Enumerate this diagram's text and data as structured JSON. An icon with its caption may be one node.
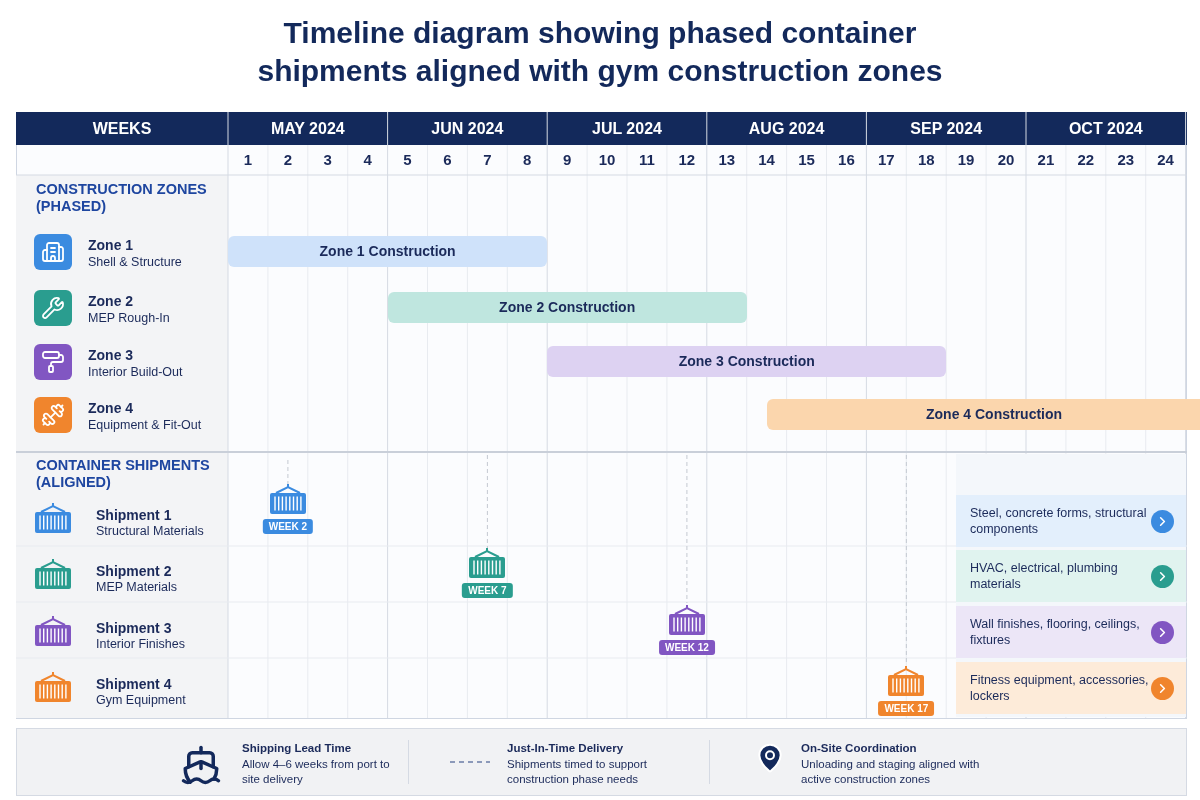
{
  "diagram": {
    "title": "Timeline diagram showing phased container shipments aligned with gym construction zones",
    "nodes": [
      {
        "text": [
          "Zone 1 Construction"
        ]
      },
      {
        "text": [
          "Zone 2 Construction"
        ]
      },
      {
        "text": [
          "Zone 3 Construction"
        ]
      },
      {
        "text": [
          "Zone 4 Construction"
        ]
      },
      {
        "text": [
          "WEEK 2"
        ]
      },
      {
        "text": [
          "WEEK 7"
        ]
      },
      {
        "text": [
          "WEEK 12"
        ]
      },
      {
        "text": [
          "WEEK 17"
        ]
      },
      {
        "text": [
          "Steel, concrete forms, structural components"
        ]
      },
      {
        "text": [
          "HVAC, electrical, plumbing materials"
        ]
      },
      {
        "text": [
          "Wall finishes, flooring, ceilings, fixtures"
        ]
      },
      {
        "text": [
          "Fitness equipment, accessories, lockers"
        ]
      }
    ],
    "labels": [
      "WEEKS",
      "MAY 2024",
      "JUN 2024",
      "JUL 2024",
      "AUG 2024",
      "SEP 2024",
      "OCT 2024",
      "1",
      "2",
      "3",
      "4",
      "5",
      "6",
      "7",
      "8",
      "9",
      "10",
      "11",
      "12",
      "13",
      "14",
      "15",
      "16",
      "17",
      "18",
      "19",
      "20",
      "21",
      "22",
      "23",
      "24",
      "CONSTRUCTION ZONES (PHASED)",
      "Zone 1",
      "Shell & Structure",
      "Zone 2",
      "MEP Rough-In",
      "Zone 3",
      "Interior Build-Out",
      "Zone 4",
      "Equipment & Fit-Out",
      "CONTAINER SHIPMENTS (ALIGNED)",
      "Shipment 1",
      "Structural Materials",
      "Shipment 2",
      "MEP Materials",
      "Shipment 3",
      "Interior Finishes",
      "Shipment 4",
      "Gym Equipment",
      "Shipping Lead Time",
      "Allow 4–6 weeks from port to site delivery",
      "Just-In-Time Delivery",
      "Shipments timed to support construction phase needs",
      "On-Site Coordination",
      "Unloading and staging aligned with active construction zones"
    ]
  }
}
